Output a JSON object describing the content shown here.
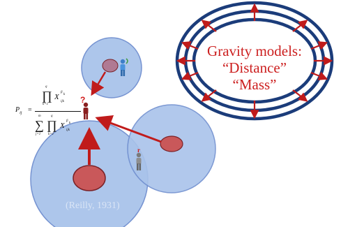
{
  "formula": {
    "lhs": "P",
    "lhs_sub": "ij",
    "equals": "=",
    "product_symbol": "∏",
    "sum_symbol": "∑",
    "prod_upper": "q",
    "prod_lower": "k=1",
    "sum_upper": "m",
    "sum_lower": "j=1",
    "variable": "X",
    "exponent": "β",
    "exponent_sub": "k",
    "index": "ijk"
  },
  "title_box": {
    "line1": "Gravity models:",
    "line2": "“Distance”",
    "line3": "“Mass”"
  },
  "citation": "(Reilly, 1931)",
  "markers": {
    "question": "?",
    "small_r": "r"
  },
  "colors": {
    "circle_fill": "#a9c3ea",
    "circle_stroke": "#6f8ecf",
    "inner_fill": "#c9585a",
    "inner_stroke": "#7a2126",
    "arrow": "#c01b1b",
    "ring": "#1b3c7a",
    "title_text": "#cc1f1f",
    "person_figure": "#8a1f1f"
  },
  "icons": [
    "person-red-icon",
    "person-blue-icon",
    "person-grey-icon"
  ]
}
